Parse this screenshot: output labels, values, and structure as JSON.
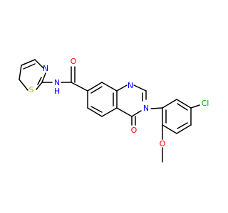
{
  "colors": {
    "background": "#ffffff",
    "bond": "#000000",
    "nitrogen": "#0000ff",
    "oxygen": "#ff0000",
    "sulfur": "#b8a000",
    "chlorine": "#00aa00"
  },
  "atoms": {
    "thiazole_N": "N",
    "thiazole_S": "S",
    "amide_NH": "N",
    "amide_H": "H",
    "amide_O": "O",
    "quinaz_N1": "N",
    "quinaz_N3": "N",
    "carbonyl_O": "O",
    "chloro": "Cl",
    "methoxy_O": "O"
  }
}
